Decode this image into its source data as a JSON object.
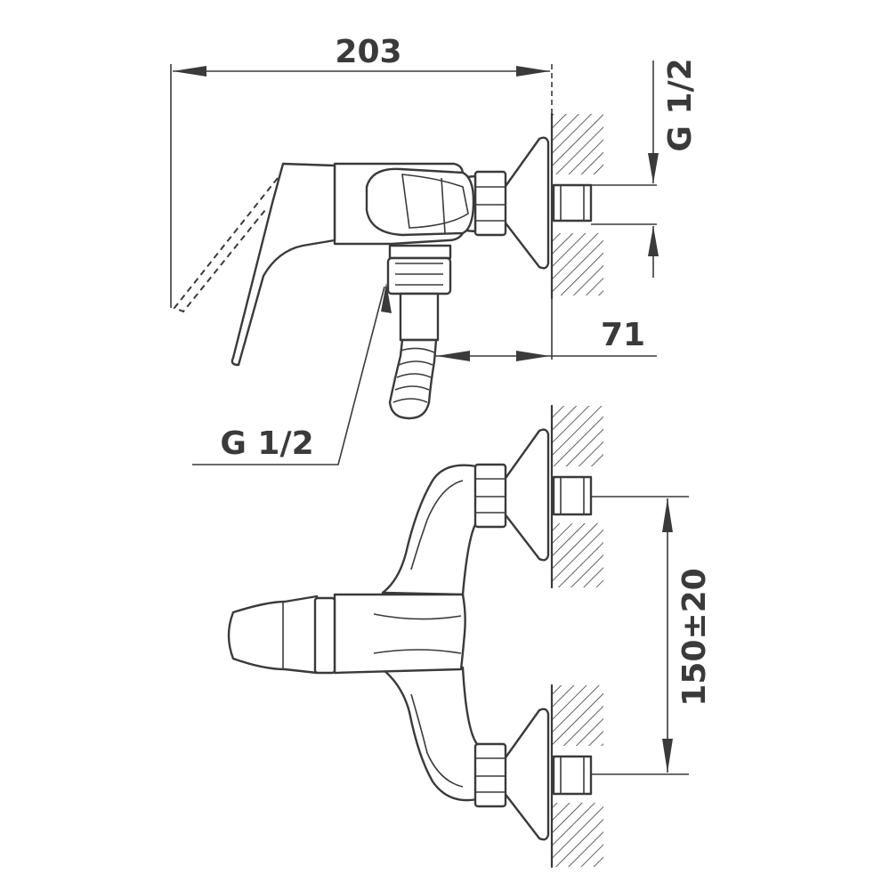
{
  "dimensions": {
    "overall_length": "203",
    "wall_projection": "71",
    "inlet_thread_top": "G 1/2",
    "outlet_thread": "G 1/2",
    "inlet_spacing": "150±20"
  }
}
